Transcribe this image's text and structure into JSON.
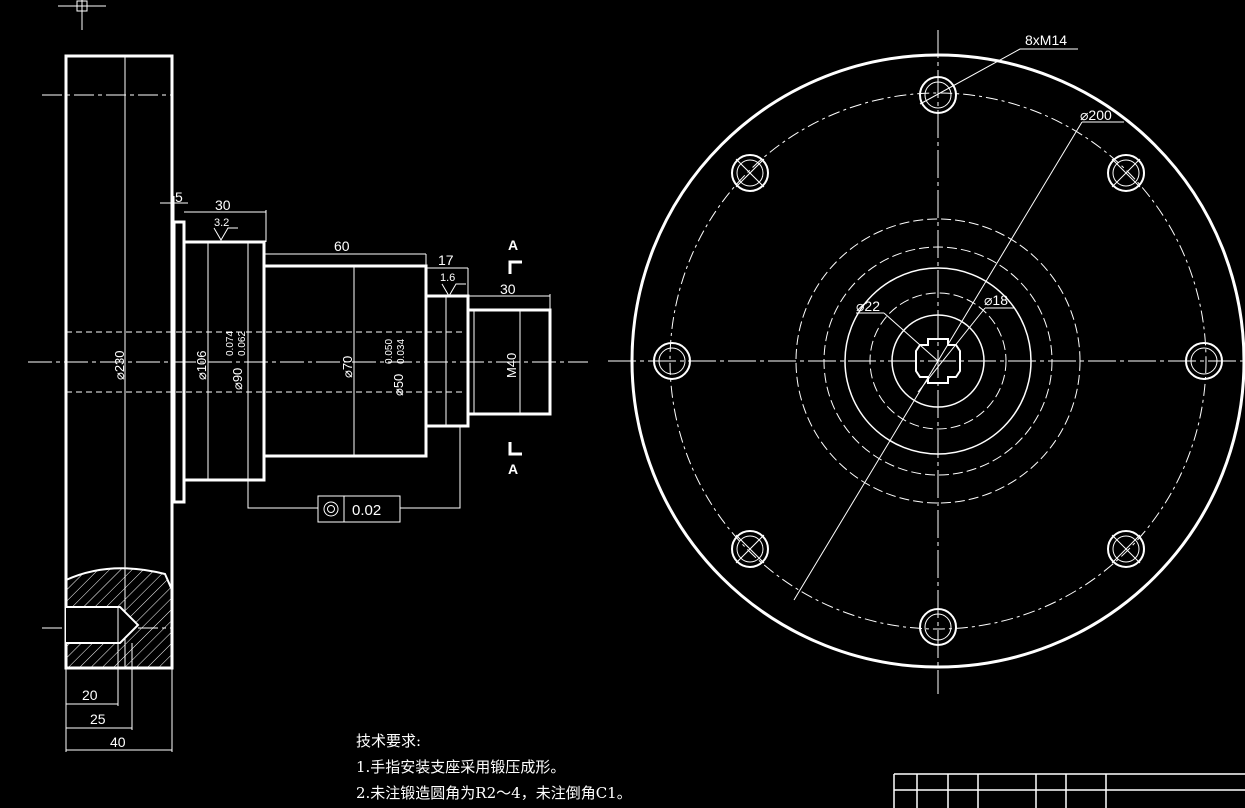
{
  "drawing": {
    "bg": "#000000",
    "line_color": "#ffffff",
    "section_mark": "A",
    "dims": {
      "d5": "5",
      "d30a": "30",
      "r32": "3.2",
      "d60": "60",
      "d17": "17",
      "r16": "1.6",
      "d30b": "30",
      "phi230": "⌀230",
      "phi106": "⌀106",
      "phi90": "⌀90",
      "tol90_up": "0.074",
      "tol90_lo": "0.062",
      "phi70": "⌀70",
      "phi50": "⌀50",
      "tol50_up": "0.050",
      "tol50_lo": "0.034",
      "m40": "M40",
      "tol_value": "0.02",
      "d20": "20",
      "d25": "25",
      "d40": "40",
      "holes": "8xM14",
      "phi200": "⌀200",
      "phi22": "⌀22",
      "phi18": "⌀18"
    }
  },
  "notes": {
    "title": "技术要求:",
    "line1": "1.手指安装支座采用锻压成形。",
    "line2": "2.未注锻造圆角为R2～4，未注倒角C1。"
  }
}
